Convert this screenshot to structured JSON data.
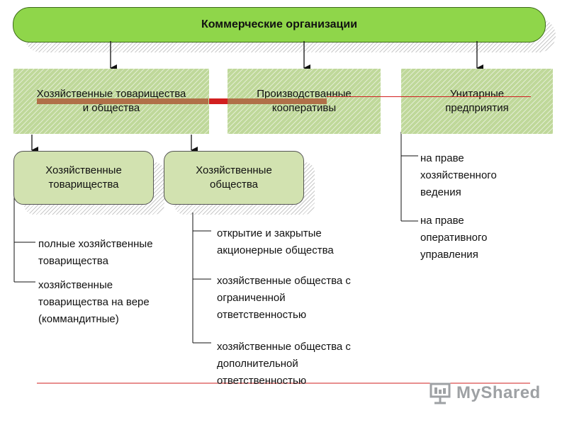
{
  "top": {
    "label": "Коммерческие организации"
  },
  "categories": [
    {
      "line1": "Хозяйственные товарищества",
      "line2": "и общества"
    },
    {
      "line1": "Производстванные",
      "line2": "кооперативы"
    },
    {
      "line1": "Унитарные",
      "line2": "предприятия"
    }
  ],
  "subtypes": [
    {
      "line1": "Хозяйственные",
      "line2": "товарищества"
    },
    {
      "line1": "Хозяйственные",
      "line2": "общества"
    }
  ],
  "partnerships": [
    [
      "полные хозяйственные",
      "товарищества"
    ],
    [
      "хозяйственные",
      "товарищества на вере",
      "(коммандитные)"
    ]
  ],
  "societies": [
    [
      "открытие и закрытые",
      "акционерные общества"
    ],
    [
      "хозяйственные общества с",
      "ограниченной",
      "ответственностью"
    ],
    [
      "хозяйственные общества с",
      "дополнительной",
      "ответственностью"
    ]
  ],
  "unitary": [
    [
      "на праве",
      "хозяйственного",
      "ведения"
    ],
    [
      "на праве",
      "оперативного",
      "управления"
    ]
  ],
  "watermark": {
    "text": "MyShared"
  },
  "colors": {
    "top_fill": "#8fd64a",
    "box_fill": "#bfd89a",
    "rounded_fill": "#d2e2b0",
    "accent_red": "#d21f1f",
    "bar_brown": "#b07048"
  }
}
